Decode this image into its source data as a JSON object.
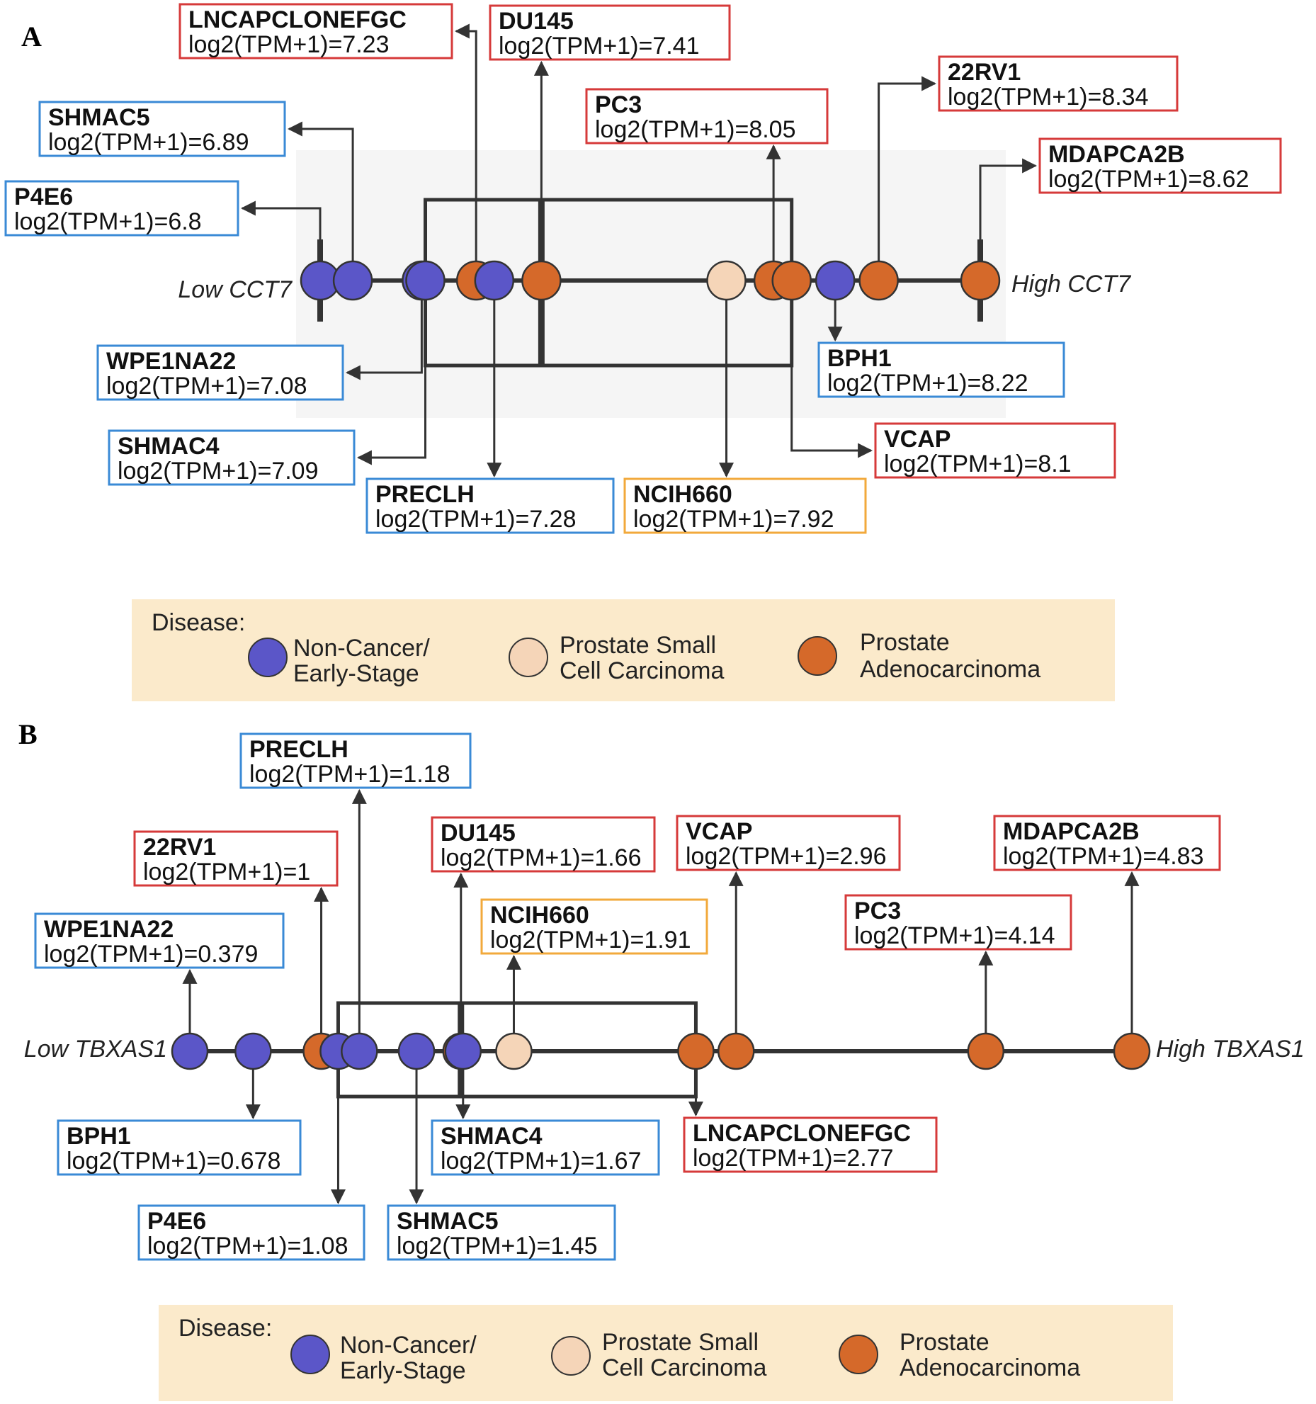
{
  "colors": {
    "non_cancer": "#5b56c8",
    "small_cell": "#f5d5b8",
    "adeno": "#d5692a",
    "blue_box": "#3a8ad6",
    "red_box": "#d63a3a",
    "orange_box": "#f2a93b",
    "legend_bg": "#fbeacb",
    "plot_bg": "#f5f5f5"
  },
  "legend": {
    "title": "Disease:",
    "items": [
      {
        "category": "non_cancer",
        "lines": [
          "Non-Cancer/",
          "Early-Stage"
        ]
      },
      {
        "category": "small_cell",
        "lines": [
          "Prostate Small",
          "Cell Carcinoma"
        ]
      },
      {
        "category": "adeno",
        "lines": [
          "Prostate",
          "Adenocarcinoma"
        ]
      }
    ]
  },
  "chart_data": [
    {
      "type": "scatter",
      "panel": "A",
      "low_label": "Low CCT7",
      "high_label": "High CCT7",
      "value_prefix": "log2(TPM+1)=",
      "points": [
        {
          "name": "P4E6",
          "value": 6.8,
          "category": "non_cancer"
        },
        {
          "name": "SHMAC5",
          "value": 6.89,
          "category": "non_cancer"
        },
        {
          "name": "WPE1NA22",
          "value": 7.08,
          "category": "non_cancer"
        },
        {
          "name": "SHMAC4",
          "value": 7.09,
          "category": "non_cancer"
        },
        {
          "name": "LNCAPCLONEFGC",
          "value": 7.23,
          "category": "adeno"
        },
        {
          "name": "PRECLH",
          "value": 7.28,
          "category": "non_cancer"
        },
        {
          "name": "DU145",
          "value": 7.41,
          "category": "adeno"
        },
        {
          "name": "NCIH660",
          "value": 7.92,
          "category": "small_cell"
        },
        {
          "name": "PC3",
          "value": 8.05,
          "category": "adeno"
        },
        {
          "name": "VCAP",
          "value": 8.1,
          "category": "adeno"
        },
        {
          "name": "BPH1",
          "value": 8.22,
          "category": "non_cancer"
        },
        {
          "name": "22RV1",
          "value": 8.34,
          "category": "adeno"
        },
        {
          "name": "MDAPCA2B",
          "value": 8.62,
          "category": "adeno"
        }
      ]
    },
    {
      "type": "scatter",
      "panel": "B",
      "low_label": "Low TBXAS1",
      "high_label": "High TBXAS1",
      "value_prefix": "log2(TPM+1)=",
      "points": [
        {
          "name": "WPE1NA22",
          "value": 0.379,
          "category": "non_cancer"
        },
        {
          "name": "BPH1",
          "value": 0.678,
          "category": "non_cancer"
        },
        {
          "name": "22RV1",
          "value": 1,
          "category": "adeno"
        },
        {
          "name": "P4E6",
          "value": 1.08,
          "category": "non_cancer"
        },
        {
          "name": "PRECLH",
          "value": 1.18,
          "category": "non_cancer"
        },
        {
          "name": "SHMAC5",
          "value": 1.45,
          "category": "non_cancer"
        },
        {
          "name": "DU145",
          "value": 1.66,
          "category": "adeno"
        },
        {
          "name": "SHMAC4",
          "value": 1.67,
          "category": "non_cancer"
        },
        {
          "name": "NCIH660",
          "value": 1.91,
          "category": "small_cell"
        },
        {
          "name": "LNCAPCLONEFGC",
          "value": 2.77,
          "category": "adeno"
        },
        {
          "name": "VCAP",
          "value": 2.96,
          "category": "adeno"
        },
        {
          "name": "PC3",
          "value": 4.14,
          "category": "adeno"
        },
        {
          "name": "MDAPCA2B",
          "value": 4.83,
          "category": "adeno"
        }
      ]
    }
  ]
}
